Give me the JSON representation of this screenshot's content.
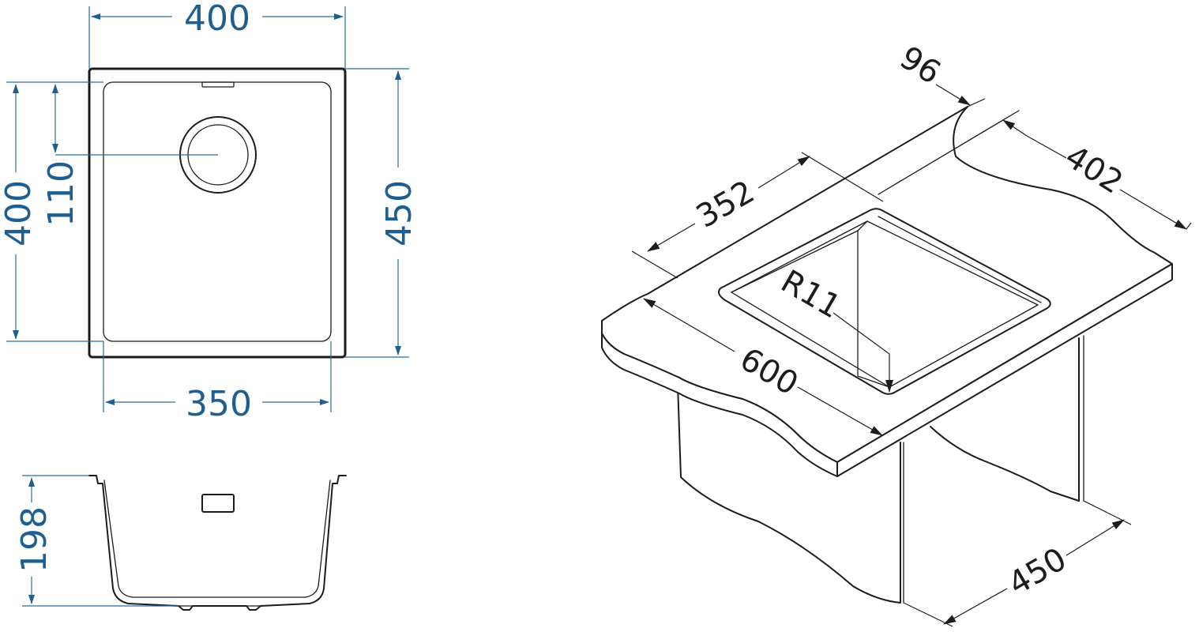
{
  "top_view": {
    "width_outer": "400",
    "width_inner": "350",
    "height_outer": "400",
    "drain_offset": "110",
    "depth_total": "450"
  },
  "side_view": {
    "depth": "198"
  },
  "iso_view": {
    "edge_offset": "96",
    "cutout_length": "402",
    "cutout_width": "352",
    "corner_radius": "R11",
    "counter_depth": "600",
    "cabinet_width": "450"
  },
  "colors": {
    "dimension_blue": "#1f5f8f",
    "outline": "#1c1c1c"
  }
}
